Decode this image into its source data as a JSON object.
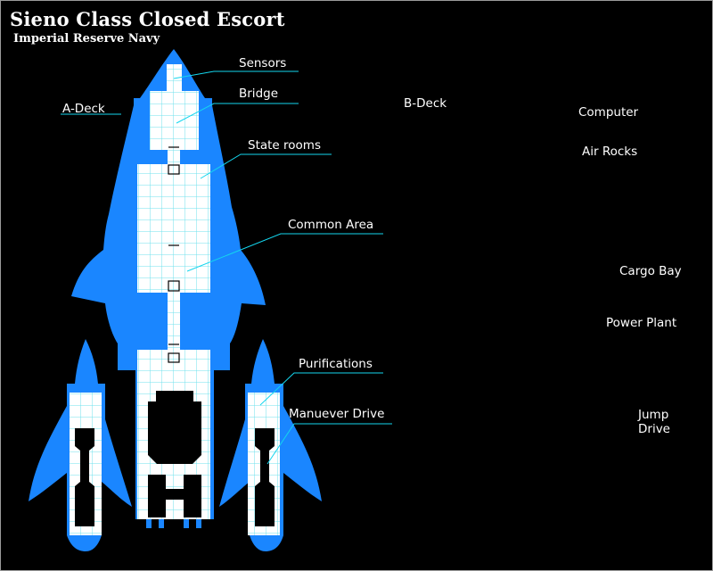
{
  "title": "Sieno Class Closed Escort",
  "subtitle": "Imperial Reserve Navy",
  "colors": {
    "a_deck_hull": "#1a86ff",
    "b_deck_hull": "#118011",
    "room_fill": "#ffffff",
    "grid_line": "#6fe0ec",
    "machinery": "#000000",
    "leader_line": "#14d6ee",
    "background": "#000000"
  },
  "decks": {
    "a": {
      "label": "A-Deck",
      "callouts": {
        "sensors": "Sensors",
        "bridge": "Bridge",
        "state_rooms": "State rooms",
        "common_area": "Common Area",
        "purifications": "Purifications",
        "maneuver_drive": "Manuever Drive"
      }
    },
    "b": {
      "label": "B-Deck",
      "callouts": {
        "computer": "Computer",
        "air_locks": "Air Rocks",
        "cargo_bay": "Cargo Bay",
        "power_plant": "Power Plant",
        "jump_drive_line1": "Jump",
        "jump_drive_line2": "Drive"
      }
    }
  }
}
